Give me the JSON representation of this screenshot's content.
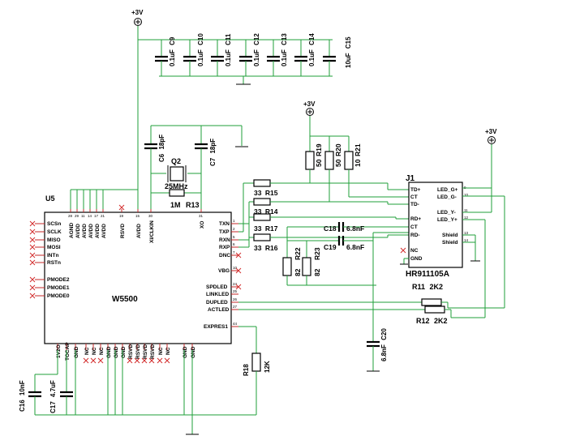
{
  "power": {
    "p1": "+3V",
    "p2": "+3V",
    "p3": "+3V"
  },
  "caps_top": [
    {
      "value": "0.1uF",
      "ref": "C9"
    },
    {
      "value": "0.1uF",
      "ref": "C10"
    },
    {
      "value": "0.1uF",
      "ref": "C11"
    },
    {
      "value": "0.1uF",
      "ref": "C12"
    },
    {
      "value": "0.1uF",
      "ref": "C13"
    },
    {
      "value": "0.1uF",
      "ref": "C14"
    },
    {
      "value": "10uF",
      "ref": "C15"
    }
  ],
  "crystal": {
    "c6_ref": "C6",
    "c6_val": "18pF",
    "c7_ref": "C7",
    "c7_val": "18pF",
    "q_ref": "Q2",
    "q_val": "25MHz",
    "r13_val": "1M",
    "r13_ref": "R13"
  },
  "u5": {
    "ref": "U5",
    "name": "W5500",
    "left_pins": [
      "SCSn",
      "SCLK",
      "MISO",
      "MOSI",
      "INTn",
      "RSTn",
      "PMODE2",
      "PMODE1",
      "PMODE0"
    ],
    "top_pins": [
      "AGND",
      "AVDD",
      "AVDD",
      "AVDD",
      "AVDD",
      "AVDD",
      "RSVD",
      "AVDD",
      "XI/CLKIN",
      "XO"
    ],
    "top_nums": [
      "28",
      "29",
      "11",
      "14",
      "17",
      "21",
      "19",
      "15",
      "30",
      "31"
    ],
    "right_pins": [
      "TXN",
      "TXP",
      "RXN",
      "RXP",
      "DNC",
      "VBG",
      "SPDLED",
      "LINKLED",
      "DUPLED",
      "ACTLED",
      "EXPRES1"
    ],
    "right_nums": [
      "1",
      "2",
      "5",
      "6",
      "7",
      "10",
      "24",
      "25",
      "26",
      "27",
      "44"
    ],
    "bottom_pins": [
      "1V2O",
      "TOCAP",
      "GND",
      "NC",
      "NC",
      "NC",
      "GND",
      "GND",
      "GND",
      "RSVD",
      "RSVD",
      "RSVD",
      "RSVD",
      "NC",
      "NC",
      "GND",
      "GND"
    ]
  },
  "res_small": [
    {
      "value": "33",
      "ref": "R15"
    },
    {
      "value": "33",
      "ref": "R14"
    },
    {
      "value": "33",
      "ref": "R17"
    },
    {
      "value": "33",
      "ref": "R16"
    }
  ],
  "res_vert": [
    {
      "value": "50",
      "ref": "R19"
    },
    {
      "value": "50",
      "ref": "R20"
    },
    {
      "value": "10",
      "ref": "R21"
    }
  ],
  "r22": {
    "value": "82",
    "ref": "R22"
  },
  "r23": {
    "value": "82",
    "ref": "R23"
  },
  "c18": {
    "ref": "C18",
    "value": "6.8nF"
  },
  "c19": {
    "ref": "C19",
    "value": "6.8nF"
  },
  "c20": {
    "value": "6.8nF",
    "ref": "C20"
  },
  "j1": {
    "ref": "J1",
    "part": "HR911105A",
    "left_pins": [
      "TD+",
      "CT",
      "TD-",
      "RD+",
      "CT",
      "RD-",
      "NC",
      "GND"
    ],
    "right_pins": [
      "LED_G+",
      "LED_G-",
      "LED_Y-",
      "LED_Y+",
      "Shield",
      "Shield"
    ],
    "right_nums": [
      "9",
      "10",
      "11",
      "12",
      "13",
      "14"
    ]
  },
  "r11": {
    "ref": "R11",
    "value": "2K2"
  },
  "r12": {
    "ref": "R12",
    "value": "2K2"
  },
  "r18": {
    "ref": "R18",
    "value": "12K"
  },
  "c16": {
    "ref": "C16",
    "value": "10nF"
  },
  "c17": {
    "ref": "C17",
    "value": "4.7uF"
  }
}
